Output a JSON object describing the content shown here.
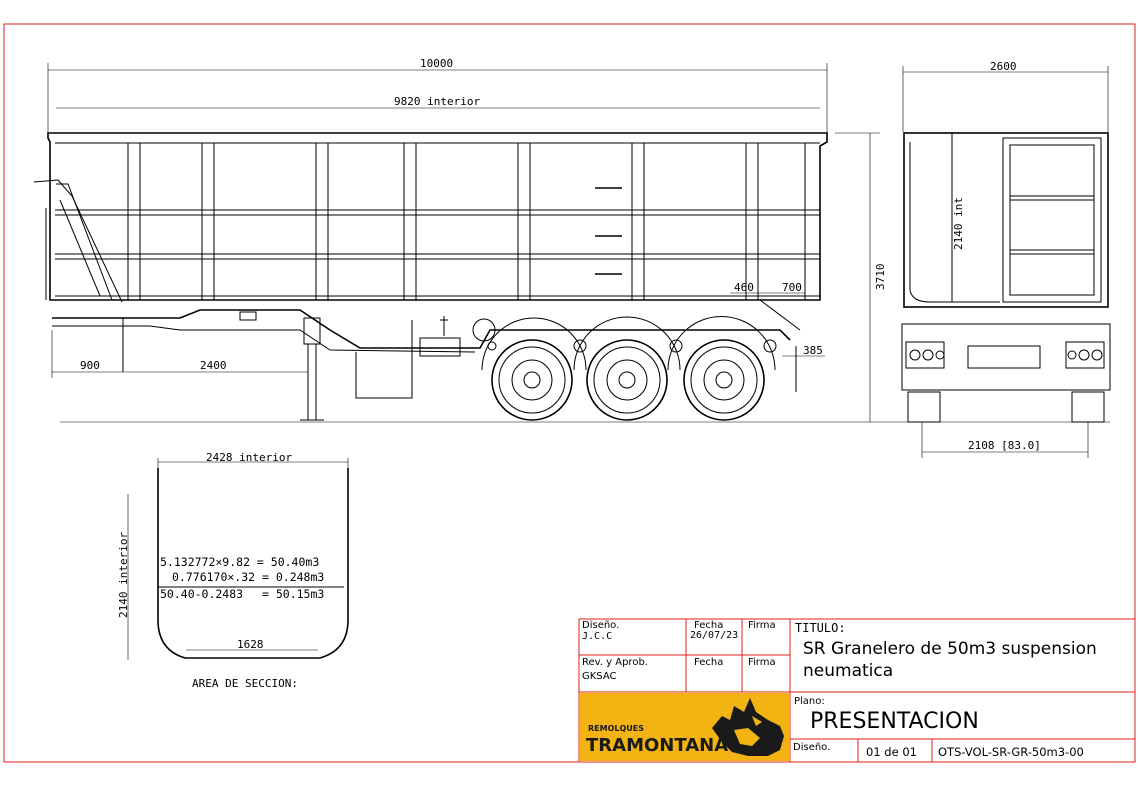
{
  "dimensions": {
    "overall_length": "10000",
    "interior_length": "9820 interior",
    "width_overall": "2600",
    "height_overall": "3710",
    "interior_height": "2140 int",
    "kingpin_overhang": "900",
    "landing_gear": "2400",
    "dim_460": "460",
    "dim_700": "700",
    "dim_385": "385",
    "track": "2108 [83.0]"
  },
  "section": {
    "width_label": "2428 interior",
    "height_label": "2140 interior",
    "bottom_label": "1628",
    "calc_line1": "5.132772×9.82 = 50.40m3",
    "calc_line2": "0.776170×.32 = 0.248m3",
    "calc_line3_left": "50.40-0.2483",
    "calc_line3_right": "= 50.15m3",
    "caption": "AREA DE SECCION:"
  },
  "title_block": {
    "diseno_label": "Diseño.",
    "diseno_value": "J.C.C",
    "fecha_label": "Fecha",
    "fecha_value": "26/07/23",
    "firma_label": "Firma",
    "rev_label": "Rev. y Aprob.",
    "rev_value": "GKSAC",
    "fecha2_label": "Fecha",
    "firma2_label": "Firma",
    "titulo_label": "TITULO:",
    "title_line1": "SR Granelero de 50m3 suspension",
    "title_line2": "neumatica",
    "plano_label": "Plano:",
    "plano_value": "PRESENTACION",
    "diseno2_label": "Diseño.",
    "sheet": "01 de 01",
    "code": "OTS-VOL-SR-GR-50m3-00"
  },
  "logo": {
    "small_text": "REMOLQUES",
    "big_text": "TRAMONTANA",
    "bg_color": "#f2b313"
  },
  "colors": {
    "frame": "#e0201a",
    "lines": "#000000"
  }
}
